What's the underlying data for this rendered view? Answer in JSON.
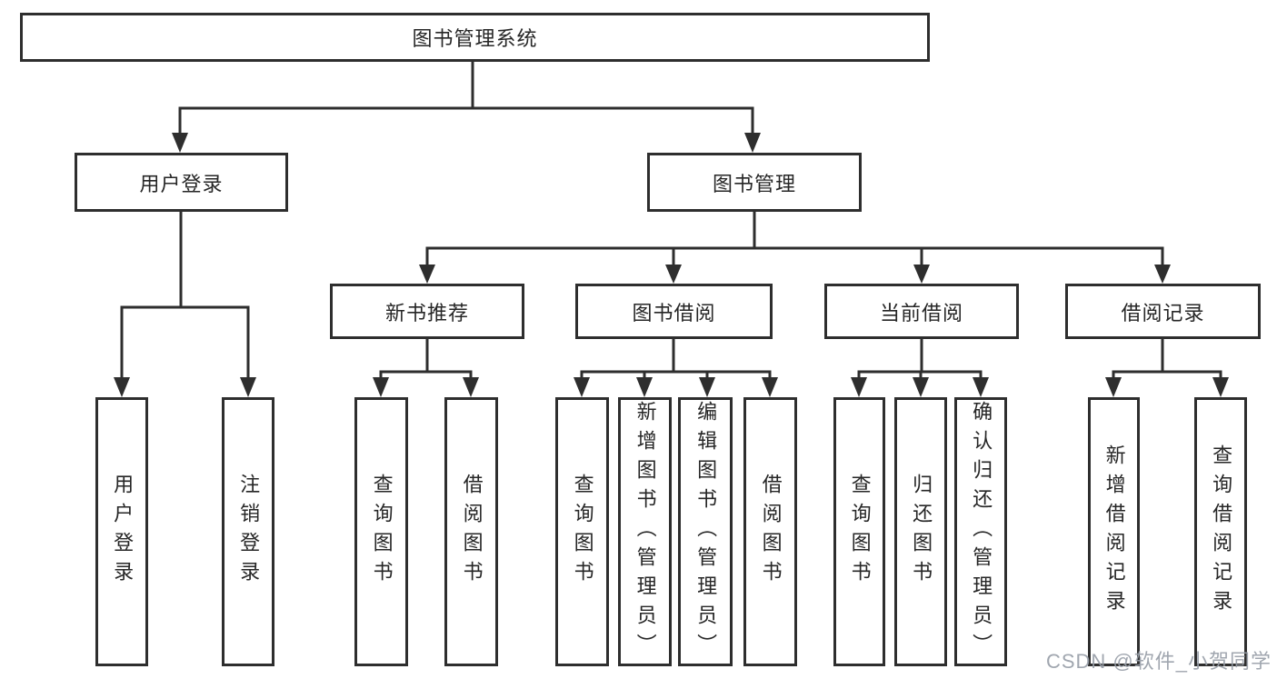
{
  "tree": {
    "root": "图书管理系统",
    "branches": [
      {
        "label": "用户登录",
        "leaves": [
          "用户登录",
          "注销登录"
        ]
      },
      {
        "label": "图书管理",
        "groups": [
          {
            "label": "新书推荐",
            "leaves": [
              "查询图书",
              "借阅图书"
            ]
          },
          {
            "label": "图书借阅",
            "leaves": [
              "查询图书",
              "新增图书（管理员）",
              "编辑图书（管理员）",
              "借阅图书"
            ]
          },
          {
            "label": "当前借阅",
            "leaves": [
              "查询图书",
              "归还图书",
              "确认归还（管理员）"
            ]
          },
          {
            "label": "借阅记录",
            "leaves": [
              "新增借阅记录",
              "查询借阅记录"
            ]
          }
        ]
      }
    ]
  },
  "watermark": "CSDN @软件_小贺同学",
  "colors": {
    "line": "#2e2e2e",
    "text": "#262626",
    "watermark": "#989ea8",
    "background": "#ffffff"
  }
}
